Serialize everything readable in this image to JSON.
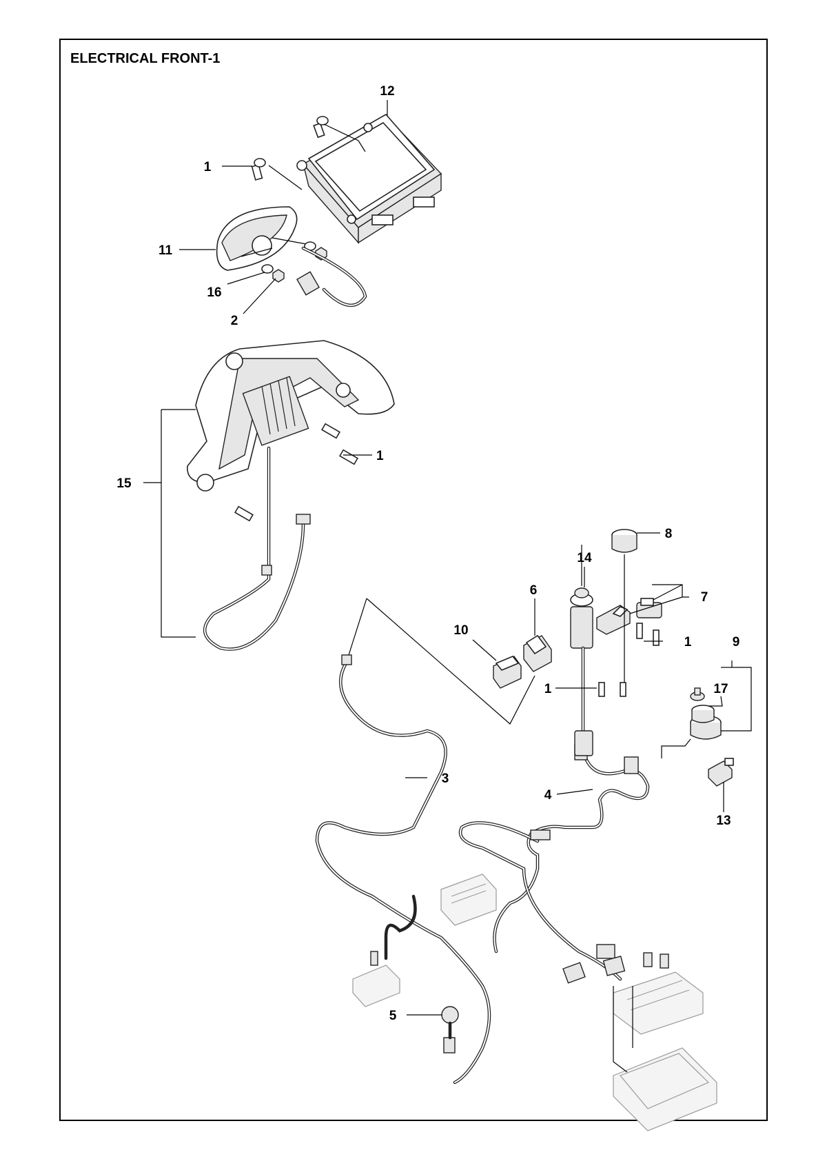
{
  "title": "ELECTRICAL FRONT-1",
  "callouts": [
    {
      "id": "c12",
      "text": "12"
    },
    {
      "id": "c1a",
      "text": "1"
    },
    {
      "id": "c11",
      "text": "11"
    },
    {
      "id": "c16",
      "text": "16"
    },
    {
      "id": "c2",
      "text": "2"
    },
    {
      "id": "c1b",
      "text": "1"
    },
    {
      "id": "c15",
      "text": "15"
    },
    {
      "id": "c8",
      "text": "8"
    },
    {
      "id": "c14",
      "text": "14"
    },
    {
      "id": "c6",
      "text": "6"
    },
    {
      "id": "c7",
      "text": "7"
    },
    {
      "id": "c10",
      "text": "10"
    },
    {
      "id": "c1c",
      "text": "1"
    },
    {
      "id": "c9",
      "text": "9"
    },
    {
      "id": "c1d",
      "text": "1"
    },
    {
      "id": "c17",
      "text": "17"
    },
    {
      "id": "c3",
      "text": "3"
    },
    {
      "id": "c4",
      "text": "4"
    },
    {
      "id": "c13",
      "text": "13"
    },
    {
      "id": "c5",
      "text": "5"
    }
  ]
}
